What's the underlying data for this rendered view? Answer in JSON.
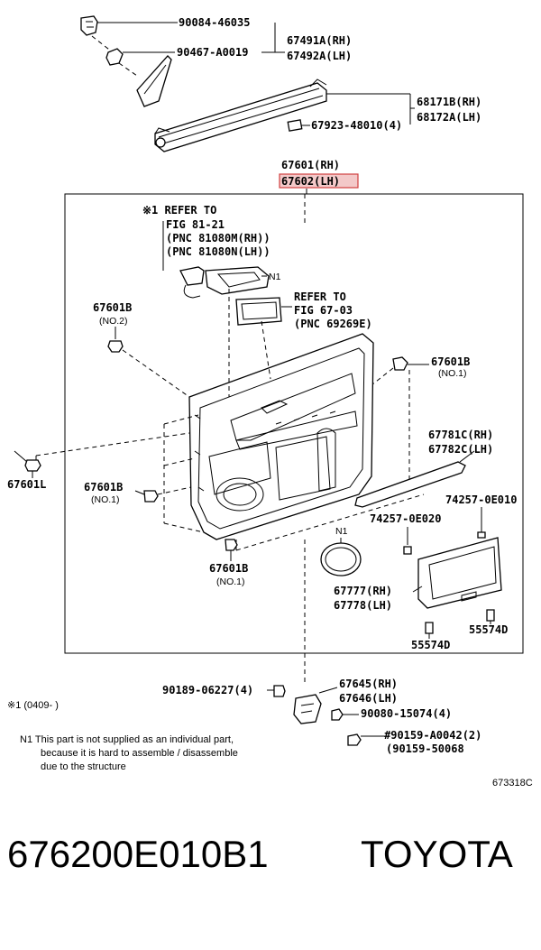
{
  "parts": {
    "p90084": "90084-46035",
    "p90467": "90467-A0019",
    "p67491": "67491A(RH)",
    "p67492": "67492A(LH)",
    "p68171": "68171B(RH)",
    "p68172": "68172A(LH)",
    "p67923": "67923-48010(4)",
    "p67601rh": "67601(RH)",
    "p67602lh": "67602(LH)",
    "ref1_l1": "※1 REFER TO",
    "ref1_l2": "FIG 81-21",
    "ref1_l3": "(PNC 81080M(RH))",
    "ref1_l4": "(PNC 81080N(LH))",
    "n1a": "N1",
    "ref2_l1": "REFER TO",
    "ref2_l2": "FIG 67-03",
    "ref2_l3": "(PNC 69269E)",
    "p67601b_a": "67601B",
    "no2": "(NO.2)",
    "p67601b_b": "67601B",
    "no1_b": "(NO.1)",
    "p67601l": "67601L",
    "p67601b_c": "67601B",
    "no1_c": "(NO.1)",
    "p67781": "67781C(RH)",
    "p67782": "67782C(LH)",
    "p74257a": "74257-0E010",
    "p74257b": "74257-0E020",
    "n1b": "N1",
    "p67601b_d": "67601B",
    "no1_d": "(NO.1)",
    "p67777": "67777(RH)",
    "p67778": "67778(LH)",
    "p55574a": "55574D",
    "p55574b": "55574D",
    "p90189": "90189-06227(4)",
    "p67645": "67645(RH)",
    "p67646": "67646(LH)",
    "p90080": "90080-15074(4)",
    "p90159a": "#90159-A0042(2)",
    "p90159b": "(90159-50068"
  },
  "notes": {
    "x1": "※1 (0409-      )",
    "n1_line1": "N1 This part is not supplied as an individual part,",
    "n1_line2": "because it is hard to assemble / disassemble",
    "n1_line3": "due to the structure",
    "fig_code": "673318C"
  },
  "footer": {
    "part_number": "676200E010B1",
    "brand": "TOYOTA"
  },
  "colors": {
    "highlight_fill": "#f3c9c9",
    "highlight_stroke": "#d04040"
  }
}
